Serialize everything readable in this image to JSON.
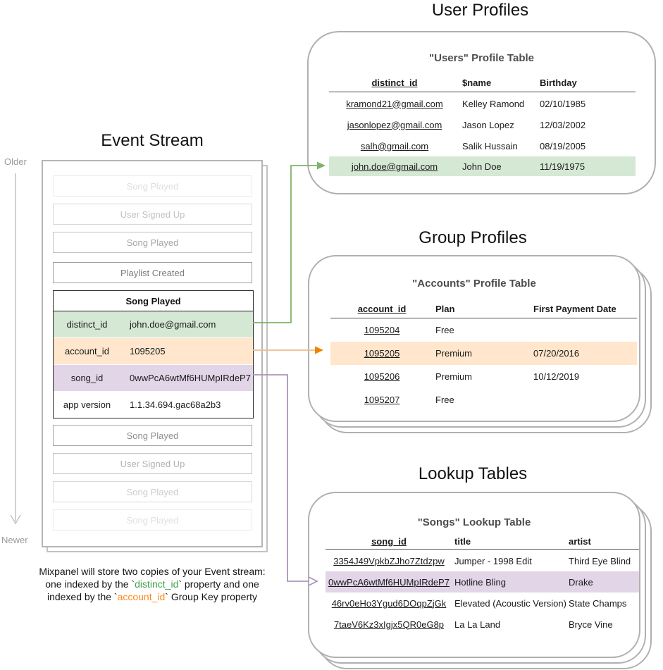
{
  "headings": {
    "event_stream": "Event Stream",
    "user_profiles": "User Profiles",
    "group_profiles": "Group Profiles",
    "lookup_tables": "Lookup Tables"
  },
  "timeline": {
    "older": "Older",
    "newer": "Newer"
  },
  "colors": {
    "user_highlight": "#d5e8d4",
    "group_highlight": "#ffe6cc",
    "lookup_highlight": "#e1d5e7",
    "user_connector": "#7fb36a",
    "group_connector_line": "#ecbd88",
    "group_connector_arrow": "#f28200",
    "lookup_connector": "#a996bb",
    "caption_green": "#3da14d",
    "caption_orange": "#ff8a1e"
  },
  "event_stream": {
    "faded_events_before": [
      "Song Played",
      "User Signed Up",
      "Song Played",
      "Playlist Created"
    ],
    "expanded_event": {
      "title": "Song Played",
      "properties": [
        {
          "key": "distinct_id",
          "value": "john.doe@gmail.com"
        },
        {
          "key": "account_id",
          "value": "1095205"
        },
        {
          "key": "song_id",
          "value": "0wwPcA6wtMf6HUMpIRdeP7"
        },
        {
          "key": "app version",
          "value": "1.1.34.694.gac68a2b3"
        }
      ]
    },
    "faded_events_after": [
      "Song Played",
      "User Signed Up",
      "Song Played",
      "Song Played"
    ]
  },
  "caption": {
    "line1": "Mixpanel will store two copies of your Event stream:",
    "line2_pre": "one indexed by the `",
    "line2_key": "distinct_id",
    "line2_post": "` property and one",
    "line3_pre": "indexed by the `",
    "line3_key": "account_id",
    "line3_post": "` Group Key property"
  },
  "user_profiles": {
    "panel_title": "\"Users\" Profile Table",
    "columns": [
      "distinct_id",
      "$name",
      "Birthday"
    ],
    "rows": [
      {
        "distinct_id": "kramond21@gmail.com",
        "name": "Kelley Ramond",
        "birthday": "02/10/1985"
      },
      {
        "distinct_id": "jasonlopez@gmail.com",
        "name": "Jason Lopez",
        "birthday": "12/03/2002"
      },
      {
        "distinct_id": "salh@gmail.com",
        "name": "Salik Hussain",
        "birthday": "08/19/2005"
      },
      {
        "distinct_id": "john.doe@gmail.com",
        "name": "John Doe",
        "birthday": "11/19/1975"
      }
    ],
    "highlighted_row_index": 3
  },
  "group_profiles": {
    "panel_title": "\"Accounts\" Profile Table",
    "columns": [
      "account_id",
      "Plan",
      "First Payment Date"
    ],
    "rows": [
      {
        "account_id": "1095204",
        "plan": "Free",
        "first_payment_date": ""
      },
      {
        "account_id": "1095205",
        "plan": "Premium",
        "first_payment_date": "07/20/2016"
      },
      {
        "account_id": "1095206",
        "plan": "Premium",
        "first_payment_date": "10/12/2019"
      },
      {
        "account_id": "1095207",
        "plan": "Free",
        "first_payment_date": ""
      }
    ],
    "highlighted_row_index": 1
  },
  "lookup_tables": {
    "panel_title": "\"Songs\" Lookup Table",
    "columns": [
      "song_id",
      "title",
      "artist"
    ],
    "rows": [
      {
        "song_id": "3354J49VpkbZJho7Ztdzpw",
        "title": "Jumper - 1998 Edit",
        "artist": "Third Eye Blind"
      },
      {
        "song_id": "0wwPcA6wtMf6HUMpIRdeP7",
        "title": "Hotline Bling",
        "artist": "Drake"
      },
      {
        "song_id": "46rv0eHo3Ygud6DOqpZjGk",
        "title": "Elevated (Acoustic Version)",
        "artist": "State Champs"
      },
      {
        "song_id": "7taeV6Kz3xIgjx5QR0eG8p",
        "title": "La La Land",
        "artist": "Bryce Vine"
      }
    ],
    "highlighted_row_index": 1
  }
}
